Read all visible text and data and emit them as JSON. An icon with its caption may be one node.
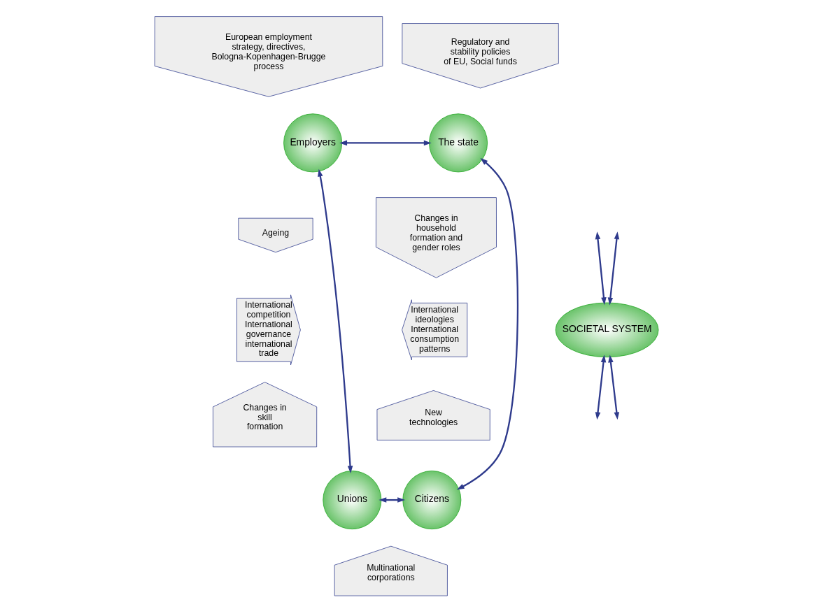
{
  "diagram": {
    "nodes": [
      {
        "text": [
          "European employment strategy, directives, Bologna-Kopenhagen-Brugge process"
        ]
      },
      {
        "text": [
          "Regulatory and stability policies of EU, Social funds"
        ]
      },
      {
        "text": [
          "Employers"
        ]
      },
      {
        "text": [
          "The state"
        ]
      },
      {
        "text": [
          "Ageing"
        ]
      },
      {
        "text": [
          "Changes in household formation and gender roles"
        ]
      },
      {
        "text": [
          "International competition International governance international trade"
        ]
      },
      {
        "text": [
          "SOCIETAL SYSTEM"
        ]
      },
      {
        "text": [
          "International ideologies International consumption patterns"
        ]
      },
      {
        "text": [
          "Changes in skill formation"
        ]
      },
      {
        "text": [
          "New technologies"
        ]
      },
      {
        "text": [
          "Unions"
        ]
      },
      {
        "text": [
          "Citizens"
        ]
      },
      {
        "text": [
          "Multinational corporations"
        ]
      }
    ],
    "edges": [
      {
        "from": 2,
        "to": 3,
        "arrow": "both"
      },
      {
        "from": 2,
        "to": 11,
        "arrow": "both"
      },
      {
        "from": null,
        "to": 7,
        "arrow": "both"
      },
      {
        "from": null,
        "to": 7,
        "arrow": "both"
      },
      {
        "from": 7,
        "to": null,
        "arrow": "both"
      },
      {
        "from": 7,
        "to": null,
        "arrow": "both"
      },
      {
        "from": 3,
        "to": 12,
        "arrow": "both"
      },
      {
        "from": 11,
        "to": 12,
        "arrow": "both"
      }
    ]
  }
}
